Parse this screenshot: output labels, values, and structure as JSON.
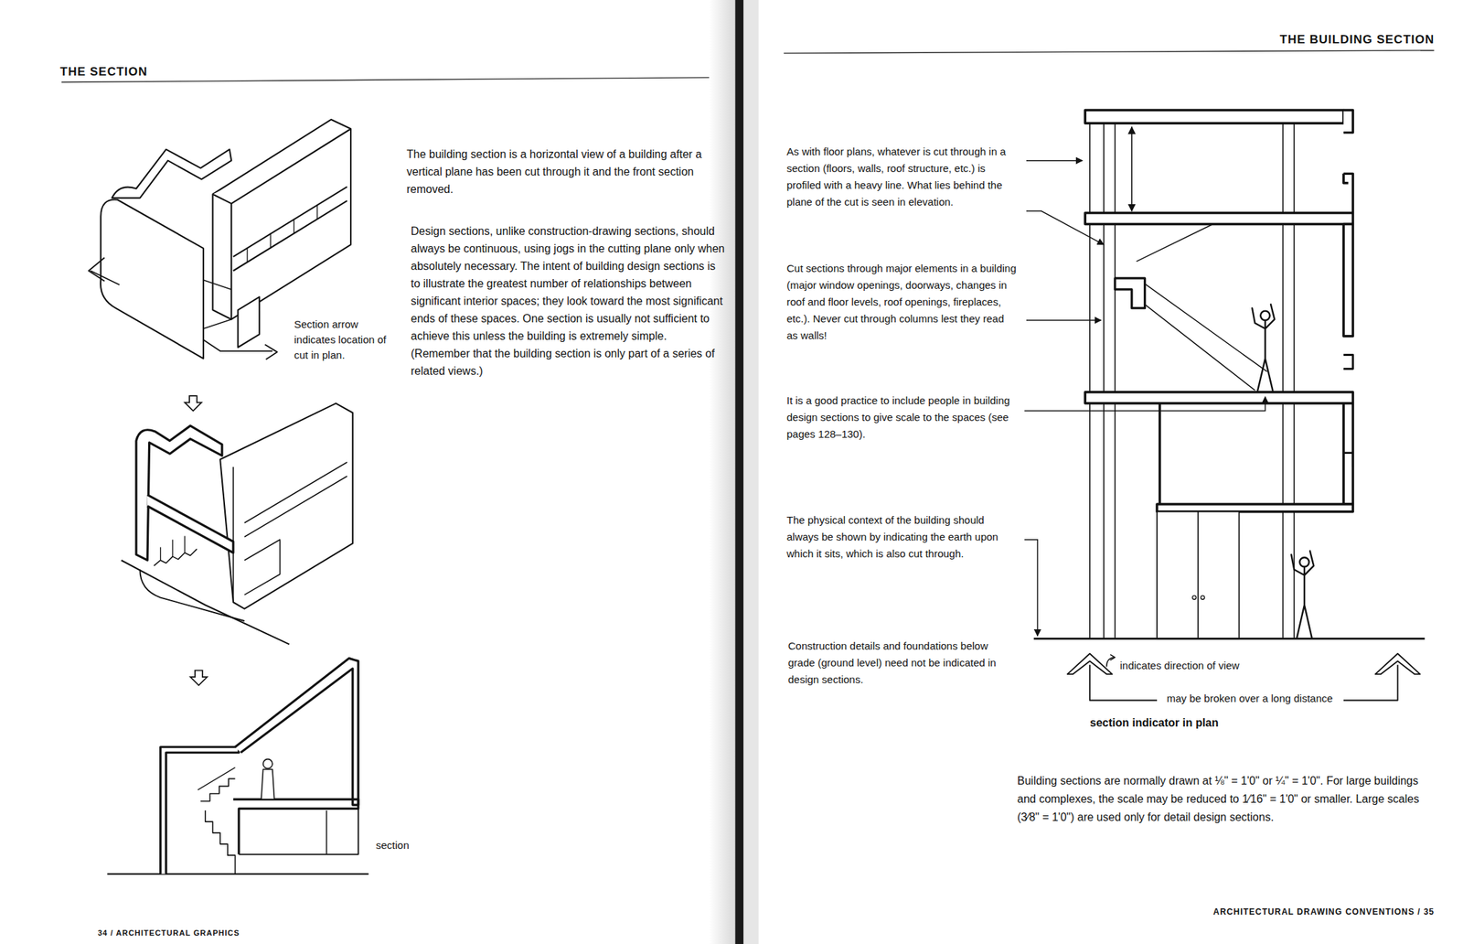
{
  "diagram": {
    "title": "THE SECTION",
    "labels": [
      "THE BUILDING SECTION",
      "Section arrow indicates location of cut in plan.",
      "The building section is a horizontal view of a building after a vertical plane has been cut through it and the front section removed.",
      "Design sections, unlike construction-drawing sections, should always be continuous, using jogs in the cutting plane only when absolutely necessary. The intent of building design sections is to illustrate the greatest number of relationships between significant interior spaces; they look toward the most significant ends of these spaces. One section is usually not sufficient to achieve this unless the building is extremely simple. (Remember that the building section is only part of a series of related views.)",
      "section",
      "34 / ARCHITECTURAL GRAPHICS",
      "As with floor plans, whatever is cut through in a section (floors, walls, roof structure, etc.) is profiled with a heavy line. What lies behind the plane of the cut is seen in elevation.",
      "Cut sections through major elements in a building (major window openings, doorways, changes in roof and floor levels, roof openings, fireplaces, etc.). Never cut through columns lest they read as walls!",
      "It is a good practice to include people in building design sections to give scale to the spaces (see pages 128–130).",
      "The physical context of the building should always be shown by indicating the earth upon which it sits, which is also cut through.",
      "Construction details and foundations below grade (ground level) need not be indicated in design sections.",
      "indicates direction of view",
      "may be broken over a long distance",
      "section indicator in plan",
      "Building sections are normally drawn at ⅛\" = 1'0\" or ¼\" = 1'0\". For large buildings and complexes, the scale may be reduced to 1⁄16\" = 1'0\" or smaller. Large scales (3⁄8\" = 1'0\") are used only for detail design sections.",
      "ARCHITECTURAL DRAWING CONVENTIONS / 35"
    ]
  }
}
